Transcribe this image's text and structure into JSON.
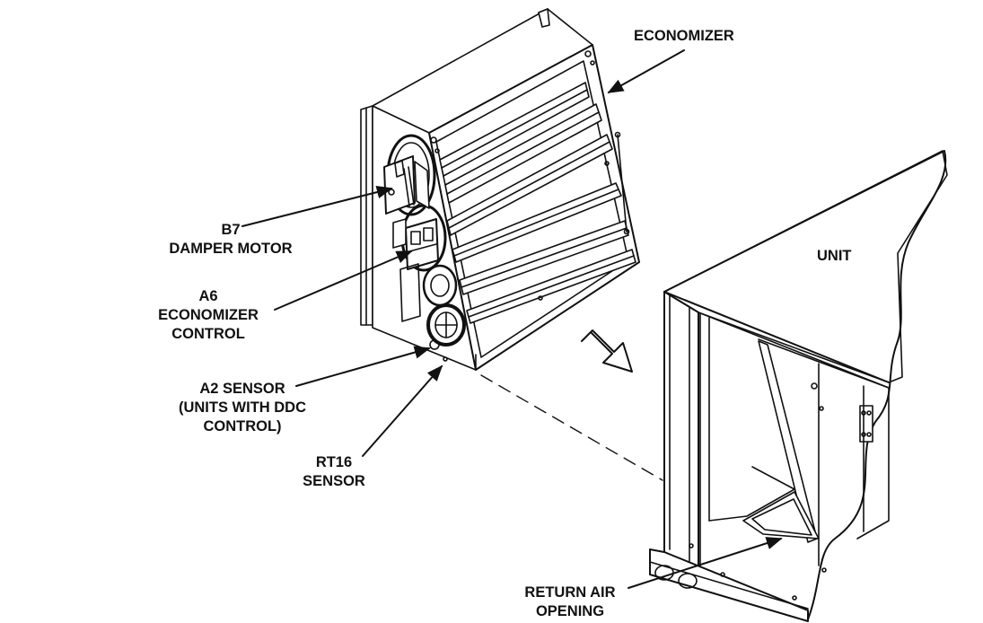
{
  "labels": {
    "economizer": "ECONOMIZER",
    "unit": "UNIT",
    "b7": {
      "line1": "B7",
      "line2": "DAMPER MOTOR"
    },
    "a6": {
      "line1": "A6",
      "line2": "ECONOMIZER",
      "line3": "CONTROL"
    },
    "a2": {
      "line1": "A2 SENSOR",
      "line2": "(UNITS WITH DDC",
      "line3": "CONTROL)"
    },
    "rt16": {
      "line1": "RT16",
      "line2": "SENSOR"
    },
    "return_air": {
      "line1": "RETURN AIR",
      "line2": "OPENING"
    }
  },
  "colors": {
    "ink": "#111111",
    "paper": "#ffffff"
  }
}
